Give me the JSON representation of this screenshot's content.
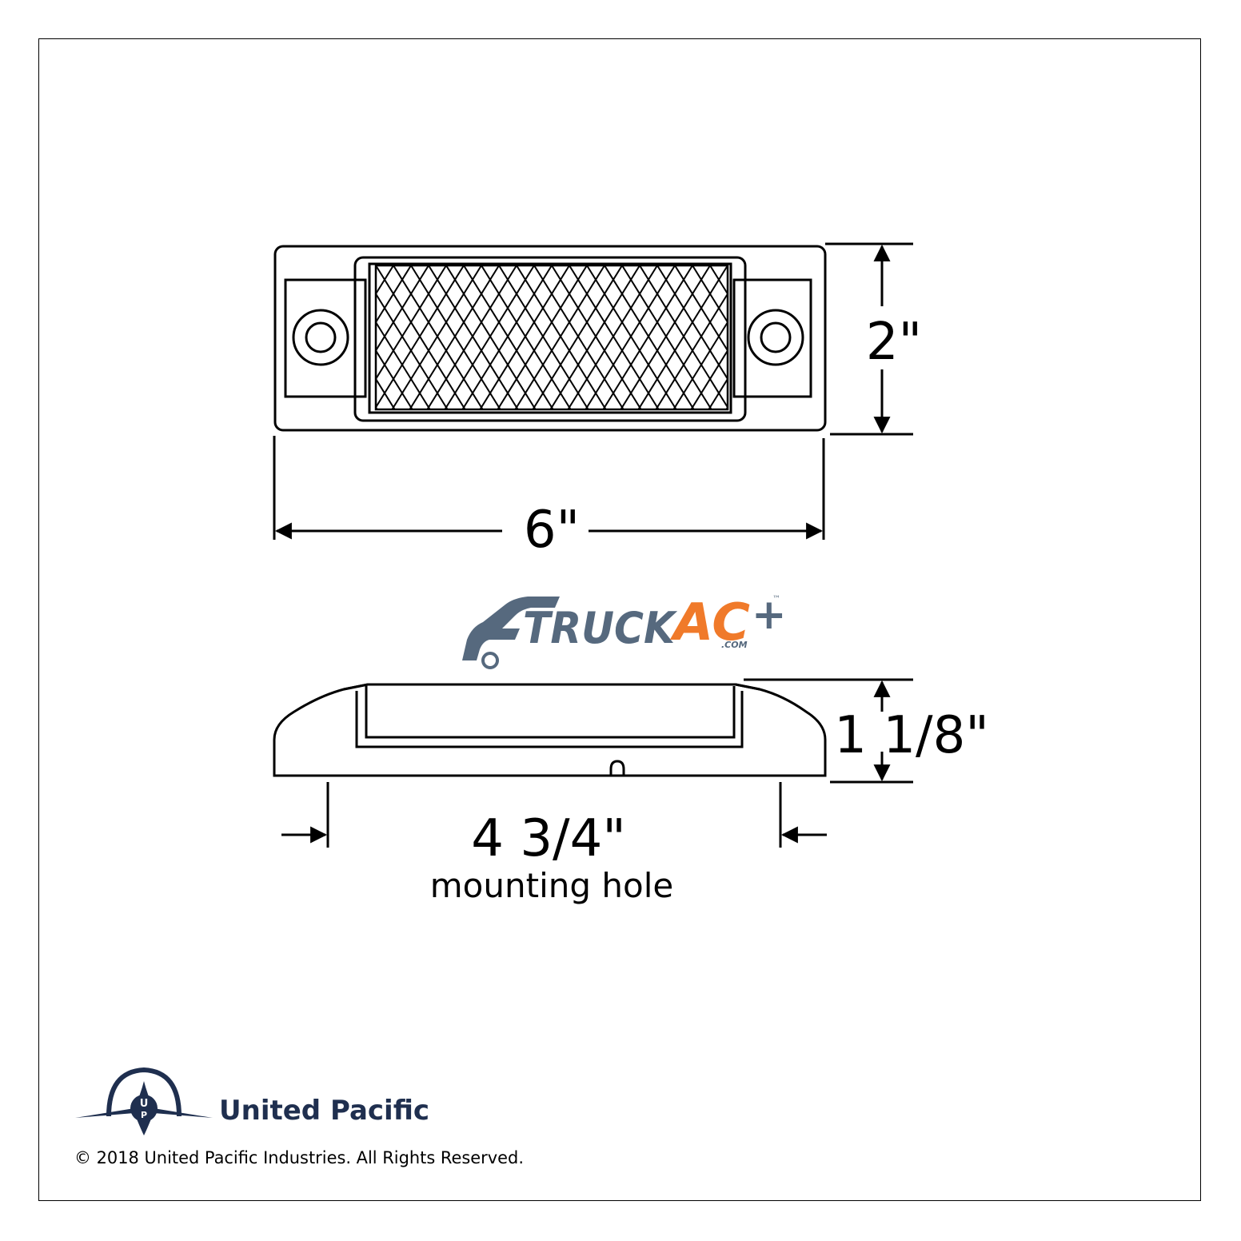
{
  "dimensions": {
    "width": "6\"",
    "height": "2\"",
    "depth": "1 1/8\"",
    "mounting_hole": "4 3/4\"",
    "mounting_hole_label": "mounting hole"
  },
  "watermark": {
    "part1": "TRUCK",
    "part2": "AC",
    "plus": "+",
    "suffix": ".COM",
    "tm": "™"
  },
  "brand": {
    "name": "United Pacific",
    "copyright": "© 2018 United Pacific Industries. All Rights Reserved."
  },
  "colors": {
    "line": "#000000",
    "brand_navy": "#1f2f4f",
    "watermark_slate": "#56697e",
    "watermark_orange": "#f07a2a"
  }
}
